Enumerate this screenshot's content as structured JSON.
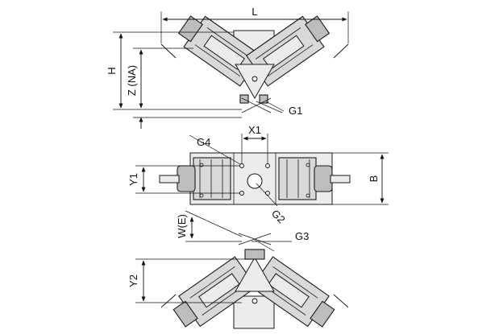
{
  "dimensions": {
    "L": "L",
    "H": "H",
    "Z": "Z (NA)",
    "G1": "G1",
    "X1": "X1",
    "G4": "G4",
    "Y1": "Y1",
    "B": "B",
    "G2": "G2",
    "W": "W(E)",
    "G3": "G3",
    "Y2": "Y2"
  }
}
